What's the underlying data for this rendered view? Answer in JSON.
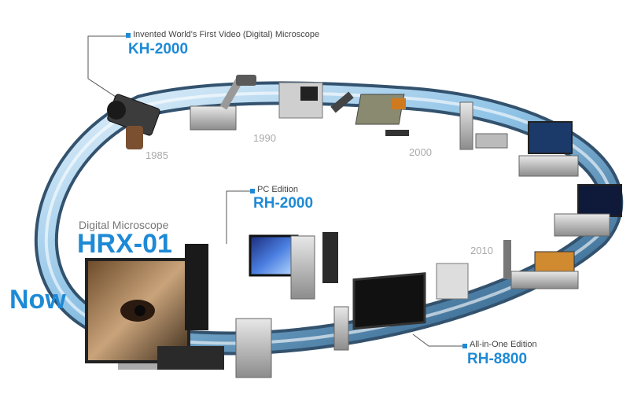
{
  "years": {
    "y1985": "1985",
    "y1990": "1990",
    "y2000": "2000",
    "y2010": "2010"
  },
  "kh2000": {
    "caption": "Invented World's First Video (Digital) Microscope",
    "model": "KH-2000"
  },
  "rh2000": {
    "caption": "PC Edition",
    "model": "RH-2000"
  },
  "hrx01": {
    "caption": "Digital Microscope",
    "model": "HRX-01"
  },
  "rh8800": {
    "caption": "All-in-One Edition",
    "model": "RH-8800"
  },
  "now_label": "Now",
  "colors": {
    "accent": "#1e8ad6",
    "ring_light": "#d8ecf8",
    "ring_dark": "#2d5f86"
  }
}
